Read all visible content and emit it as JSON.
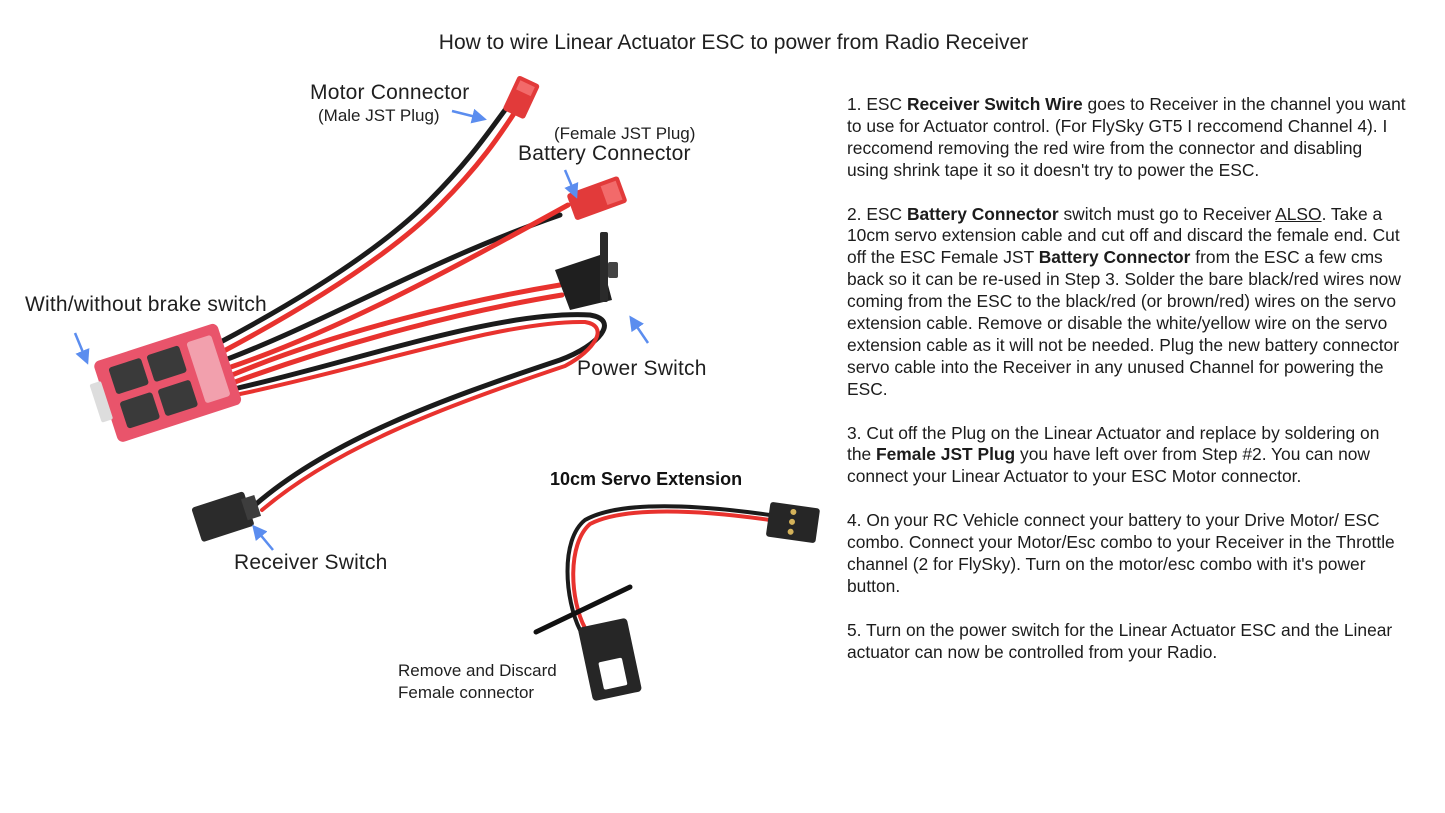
{
  "title": "How to wire Linear Actuator ESC to power from Radio Receiver",
  "labels": {
    "motor_connector": "Motor Connector",
    "motor_connector_sub": "(Male JST Plug)",
    "battery_connector_sub": "(Female JST Plug)",
    "battery_connector": "Battery Connector",
    "brake_switch": "With/without brake switch",
    "power_switch": "Power Switch",
    "receiver_switch": "Receiver Switch",
    "servo_extension": "10cm Servo Extension",
    "remove_line1": "Remove and Discard",
    "remove_line2": "Female connector"
  },
  "instructions": {
    "s1": {
      "a": "1. ESC ",
      "b": "Receiver Switch Wire",
      "c": " goes to Receiver in the channel you want to use for Actuator control. (For FlySky GT5 I reccomend Channel 4). I reccomend removing the red wire from the connector and disabling using shrink tape it so it doesn't try to power the ESC."
    },
    "s2": {
      "a": "2. ESC ",
      "b": "Battery Connector",
      "c": " switch must go to Receiver ",
      "d": "ALSO",
      "e": ". Take a 10cm servo extension cable and cut off and discard the female end. Cut off the ESC Female JST ",
      "f": "Battery Connector",
      "g": " from the ESC a few cms back so it can be re-used in Step 3. Solder the bare black/red wires now coming from the ESC to the black/red (or brown/red) wires on the servo extension cable. Remove or disable the white/yellow wire on the servo extension cable as it will not be needed. Plug the new battery connector servo cable into the Receiver in any unused Channel for powering the ESC."
    },
    "s3": {
      "a": "3. Cut off the Plug on the Linear Actuator and replace by soldering on the ",
      "b": "Female JST Plug",
      "c": " you have left over from Step #2. You can now connect your Linear Actuator to your ESC Motor connector."
    },
    "s4": "4. On your RC Vehicle connect your battery to your Drive Motor/ ESC combo. Connect your Motor/Esc combo to your Receiver in the Throttle channel (2 for FlySky). Turn on the motor/esc combo with it's power button.",
    "s5": "5. Turn on the power switch for the Linear Actuator ESC and the Linear actuator can now be controlled from your Radio."
  },
  "colors": {
    "wire_red": "#e8322e",
    "wire_black": "#1b1b1b",
    "arrow_blue": "#5b8def",
    "board_pink": "#e9546b",
    "connector_red": "#e23a3a"
  },
  "icons": [
    "esc-board-icon",
    "jst-plug-icon",
    "power-switch-icon",
    "servo-connector-icon",
    "arrow-icon",
    "cut-line-icon"
  ]
}
